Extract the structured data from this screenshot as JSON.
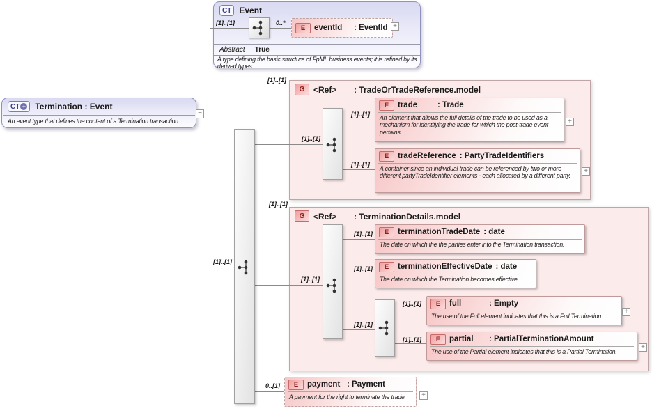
{
  "controls": {
    "expand": "+",
    "collapse": "−"
  },
  "colors": {
    "type_lavender": "#d9d9f1",
    "element_pink": "#f7c6c6",
    "group_fill": "#fcebeb",
    "badge_red_text": "#8f1a1a",
    "badge_blue_text": "#3c3c8f",
    "line_gray": "#8a8a8a"
  },
  "termination": {
    "badge": "CT",
    "title": "Termination : Event",
    "annotation": "An event type that defines the content of a Termination transaction."
  },
  "event": {
    "badge": "CT",
    "title": "Event",
    "sequence_cardinality": "[1]..[1]",
    "abstract_label": "Abstract",
    "abstract_value": "True",
    "annotation": "A type defining the basic structure of FpML business events; it is refined by its derived types.",
    "eventId": {
      "badge": "E",
      "cardinality": "0..*",
      "name": "eventId",
      "type": ": EventId"
    }
  },
  "root_sequence": {
    "cardinality": "[1]..[1]"
  },
  "trade_group": {
    "badge": "G",
    "name": "<Ref>",
    "type": ": TradeOrTradeReference.model",
    "cardinality": "[1]..[1]",
    "inner_cardinality": "[1]..[1]",
    "trade": {
      "badge": "E",
      "cardinality": "[1]..[1]",
      "name": "trade",
      "type": ": Trade",
      "annotation": "An element that allows the full details of the trade to be used as a mechanism for identifying the trade for which the post-trade event pertains"
    },
    "tradeReference": {
      "badge": "E",
      "cardinality": "[1]..[1]",
      "name": "tradeReference",
      "type": ": PartyTradeIdentifiers",
      "annotation": "A container since an individual trade can be referenced by two or more different partyTradeIdentifier elements - each allocated by a different party."
    }
  },
  "details_group": {
    "badge": "G",
    "name": "<Ref>",
    "type": ": TerminationDetails.model",
    "cardinality": "[1]..[1]",
    "inner_cardinality": "[1]..[1]",
    "choice_cardinality": "[1]..[1]",
    "terminationTradeDate": {
      "badge": "E",
      "cardinality": "[1]..[1]",
      "name": "terminationTradeDate",
      "type": ": date",
      "annotation": "The date on which the the parties enter into the Termination transaction."
    },
    "terminationEffectiveDate": {
      "badge": "E",
      "cardinality": "[1]..[1]",
      "name": "terminationEffectiveDate",
      "type": ": date",
      "annotation": "The date on which the Termination becomes effective."
    },
    "full": {
      "badge": "E",
      "cardinality": "[1]..[1]",
      "name": "full",
      "type": ": Empty",
      "annotation": "The use of the Full element indicates that this is a Full Termination."
    },
    "partial": {
      "badge": "E",
      "cardinality": "[1]..[1]",
      "name": "partial",
      "type": ": PartialTerminationAmount",
      "annotation": "The use of the Partial element indicates that this is a Partial Termination."
    }
  },
  "payment": {
    "badge": "E",
    "cardinality": "0..[1]",
    "name": "payment",
    "type": ": Payment",
    "annotation": "A payment for the right to terminate the trade."
  }
}
